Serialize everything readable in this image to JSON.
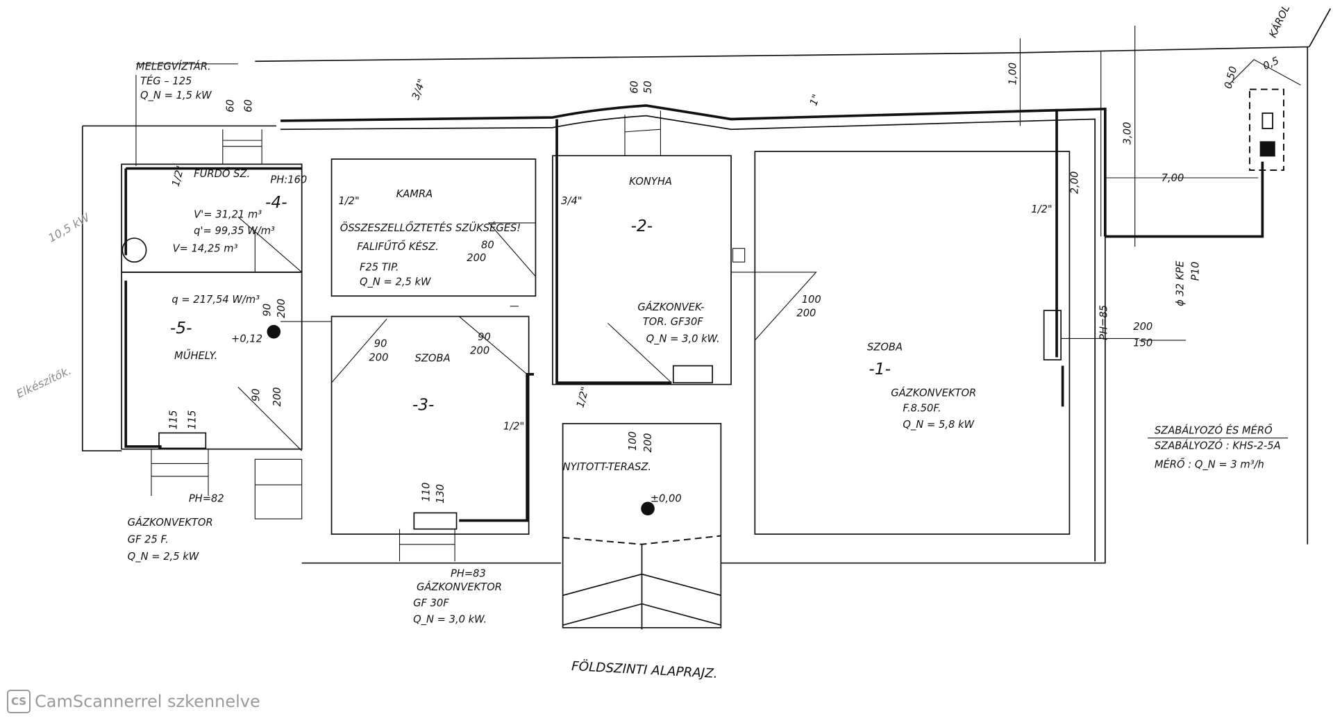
{
  "title": "FÖLDSZINTI ALAPRAJZ.",
  "watermark": {
    "logo": "CS",
    "text": "CamScannerrel szkennelve"
  },
  "water_heater": {
    "title": "MELEGVÍZTÁR.",
    "type": "TÉG – 125",
    "power": "Q_N = 1,5 kW"
  },
  "rooms": {
    "bath": {
      "name": "FÜRDŐ SZ.",
      "number": "-4-",
      "v1": "V'= 31,21 m³",
      "q1": "q'= 99,35 W/m³",
      "v2": "V= 14,25 m³",
      "ph": "PH:160"
    },
    "pantry": {
      "name": "KAMRA"
    },
    "kitchen": {
      "name": "KONYHA",
      "number": "-2-"
    },
    "workshop": {
      "name": "MŰHELY.",
      "number": "-5-",
      "q": "q = 217,54 W/m³",
      "level": "+0,12"
    },
    "room3": {
      "name": "SZOBA",
      "number": "-3-"
    },
    "room1": {
      "name": "SZOBA",
      "number": "-1-"
    },
    "terrace": {
      "name": "NYITOTT-TERASZ.",
      "level": "±0,00"
    }
  },
  "notes": {
    "merge": "ÖSSZESZELLŐZTETÉS SZÜKSÉGES!",
    "wall_heater": "FALIFŰTŐ KÉSZ.",
    "wall_heater_type": "F25 TIP.",
    "wall_heater_power": "Q_N = 2,5 kW"
  },
  "convectors": [
    {
      "label": "GÁZKONVEKTOR",
      "type": "GF 25 F.",
      "power": "Q_N = 2,5 kW",
      "ph": "PH=82"
    },
    {
      "label": "GÁZKONVEKTOR",
      "type": "GF 30F",
      "power": "Q_N = 3,0 kW.",
      "ph": "PH=83"
    },
    {
      "label": "GÁZKONVEK-",
      "label2": "TOR. GF30F",
      "power": "Q_N = 3,0 kW."
    },
    {
      "label": "GÁZKONVEKTOR",
      "type": "F.8.50F.",
      "power": "Q_N = 5,8 kW",
      "ph": "PH=85"
    }
  ],
  "meter": {
    "title": "SZABÁLYOZÓ ÉS MÉRŐ",
    "regulator": "SZABÁLYOZÓ : KHS-2-5A",
    "meter": "MÉRŐ : Q_N = 3 m³/h"
  },
  "pipe": {
    "size": "ɸ 32 KPE",
    "class": "P10"
  },
  "dimensions": {
    "d60a": "60",
    "d60b": "60",
    "d60c": "60",
    "d50": "50",
    "p34top": "3/4\"",
    "p1": "1\"",
    "p12a": "1/2\"",
    "p12b": "1/2\"",
    "p34k": "3/4\"",
    "p12c": "1/2\"",
    "p12d": "1/2\"",
    "p12e": "1/2\"",
    "w80": "80",
    "w200a": "200",
    "w90a": "90",
    "w200b": "200",
    "w90b": "90",
    "w200c": "200",
    "w100": "100",
    "w200d": "200",
    "v90a": "90",
    "v200a": "200",
    "v90b": "90",
    "v200b": "200",
    "v115a": "115",
    "v115b": "115",
    "v110": "110",
    "v130": "130",
    "v100": "100",
    "v200c": "200",
    "r200": "200",
    "r150": "150",
    "m100": "1,00",
    "m300": "3,00",
    "m200": "2,00",
    "m700": "7,00",
    "m050": "0,50",
    "m05": "0,5",
    "kpol": "KÁROL"
  },
  "pencil": {
    "a": "10,5 kW",
    "b": "Elkészítők."
  }
}
